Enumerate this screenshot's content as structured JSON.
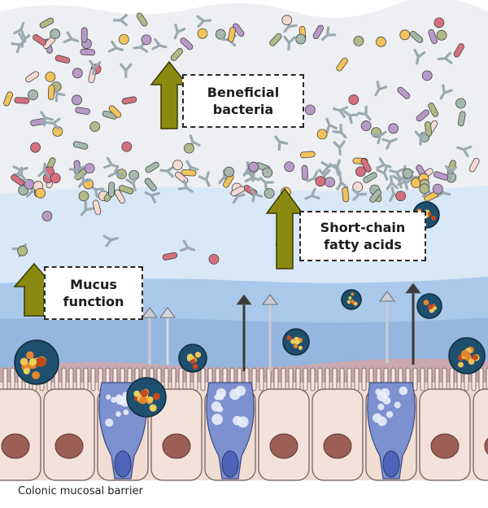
{
  "figure": {
    "caption": "Colonic mucosal barrier"
  },
  "labels": {
    "beneficial_bacteria": "Beneficial\nbacteria",
    "short_chain_fatty_acids": "Short-chain\nfatty acids",
    "mucus_function": "Mucus\nfunction"
  },
  "colors": {
    "arrow_olive": "#8a8a10",
    "lumen_background": "#eeeff2",
    "outer_mucus": "#d9e8f6",
    "inner_mucus": "#a9c8ea",
    "epithelium_cell": "#f2ddd3",
    "goblet_cell": "#7d90cf",
    "nucleus": "#9b5f55",
    "bacteria_palette": [
      "#f2c35a",
      "#b89ac9",
      "#a6b9ad",
      "#d4707d",
      "#b0b987",
      "#f4d8d2"
    ]
  }
}
